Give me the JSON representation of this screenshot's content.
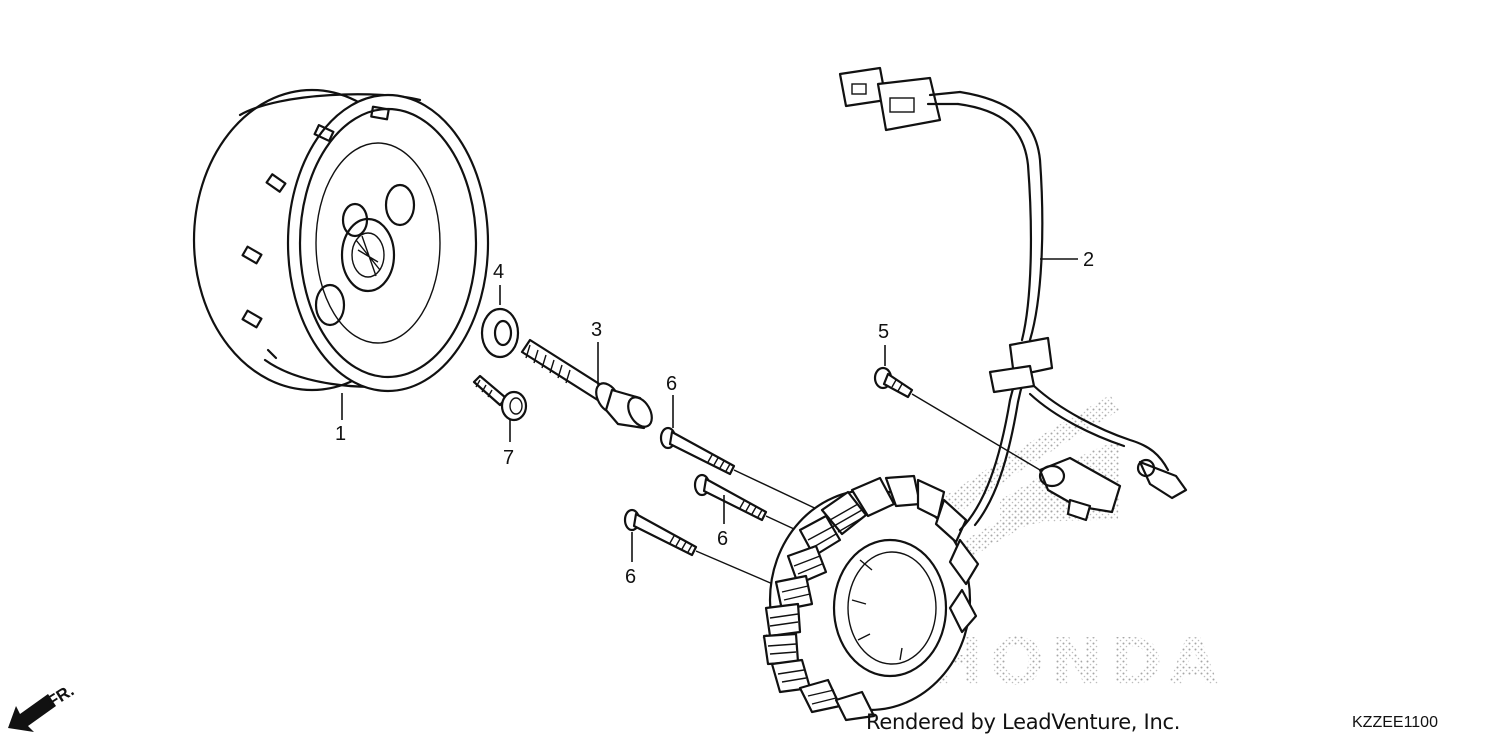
{
  "diagram": {
    "callouts": [
      "1",
      "2",
      "3",
      "4",
      "5",
      "6",
      "6",
      "6",
      "7"
    ],
    "front_arrow_label": "FR.",
    "watermark": "HONDA",
    "credit": "Rendered by LeadVenture, Inc.",
    "diagram_code": "KZZEE1100"
  }
}
